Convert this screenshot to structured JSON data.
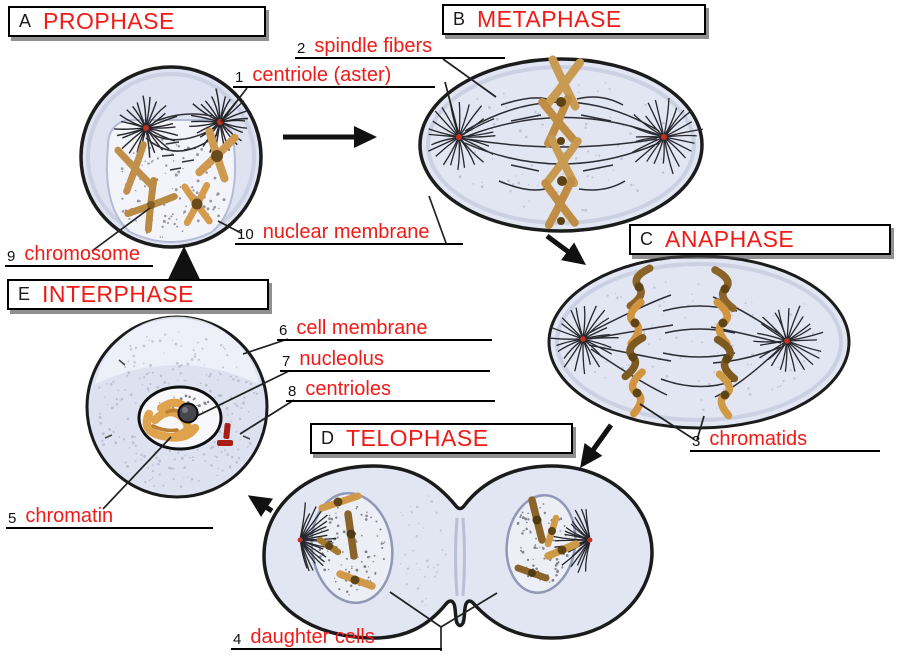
{
  "phases": {
    "a": {
      "letter": "A",
      "name": "PROPHASE"
    },
    "b": {
      "letter": "B",
      "name": "METAPHASE"
    },
    "c": {
      "letter": "C",
      "name": "ANAPHASE"
    },
    "d": {
      "letter": "D",
      "name": "TELOPHASE"
    },
    "e": {
      "letter": "E",
      "name": "INTERPHASE"
    }
  },
  "labels": {
    "l1": {
      "number": "1",
      "text": "centriole (aster)"
    },
    "l2": {
      "number": "2",
      "text": "spindle fibers"
    },
    "l3": {
      "number": "3",
      "text": "chromatids"
    },
    "l4": {
      "number": "4",
      "text": "daughter cells"
    },
    "l5": {
      "number": "5",
      "text": "chromatin"
    },
    "l6": {
      "number": "6",
      "text": "cell membrane"
    },
    "l7": {
      "number": "7",
      "text": "nucleolus"
    },
    "l8": {
      "number": "8",
      "text": "centrioles"
    },
    "l9": {
      "number": "9",
      "text": "chromosome"
    },
    "l10": {
      "number": "10",
      "text": "nuclear membrane"
    }
  },
  "colors": {
    "label_red": "#ef1b17",
    "cell_fill": "#e2e5f2",
    "nucleus_fill": "#f3f4fa",
    "chromosome_tan": "#c8974f",
    "chromosome_brown": "#8a6428",
    "centriole_red": "#c23222"
  }
}
